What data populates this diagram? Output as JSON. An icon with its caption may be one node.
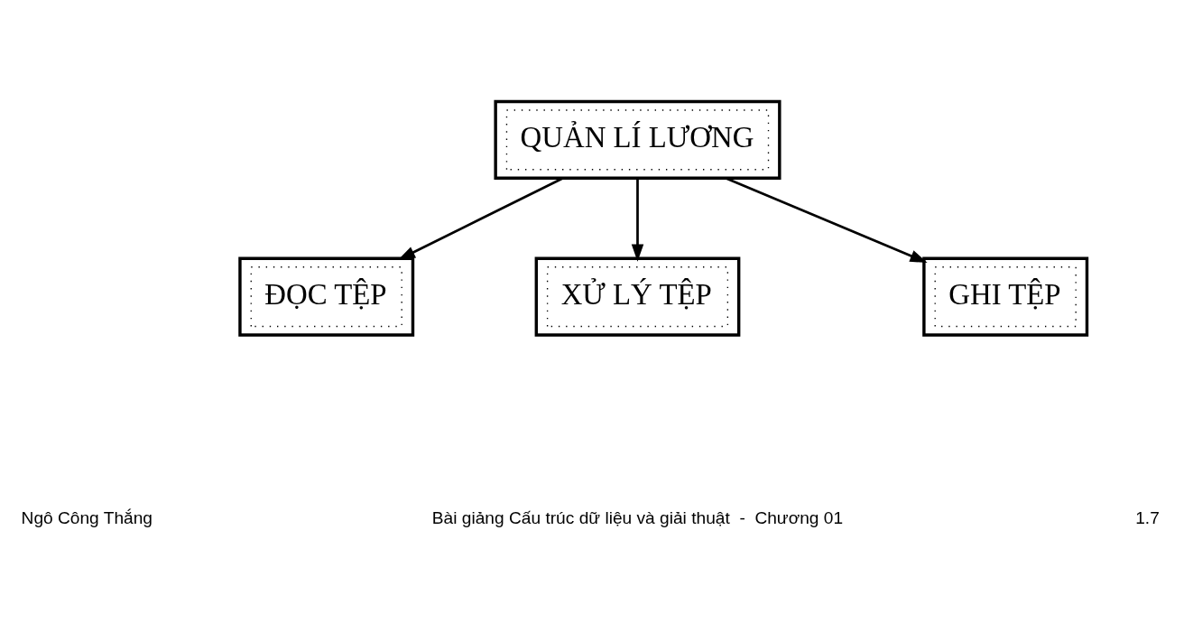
{
  "diagram": {
    "nodes": [
      {
        "text": [
          "QUẢN LÍ LƯƠNG"
        ]
      },
      {
        "text": [
          "ĐỌC TỆP"
        ]
      },
      {
        "text": [
          "XỬ LÝ TỆP"
        ]
      },
      {
        "text": [
          "GHI TỆP"
        ]
      }
    ],
    "edges": [
      {
        "from": 0,
        "to": 1,
        "arrow": "to"
      },
      {
        "from": 0,
        "to": 2,
        "arrow": "to"
      },
      {
        "from": 0,
        "to": 3,
        "arrow": "to"
      }
    ],
    "labels": [
      "Ngô Công Thắng",
      "Bài giảng Cấu trúc dữ liệu và giải thuật  -  Chương 01",
      "1.7"
    ]
  }
}
